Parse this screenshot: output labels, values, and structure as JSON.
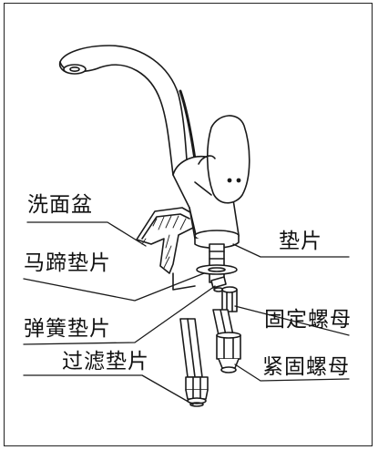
{
  "labels": {
    "basin": "洗面盆",
    "gasket": "垫片",
    "horseshoe_gasket": "马蹄垫片",
    "fixing_nut": "固定螺母",
    "spring_washer": "弹簧垫片",
    "lock_nut": "紧固螺母",
    "filter_gasket": "过滤垫片"
  },
  "colors": {
    "line": "#1a1a1a",
    "fill": "#ffffff"
  }
}
